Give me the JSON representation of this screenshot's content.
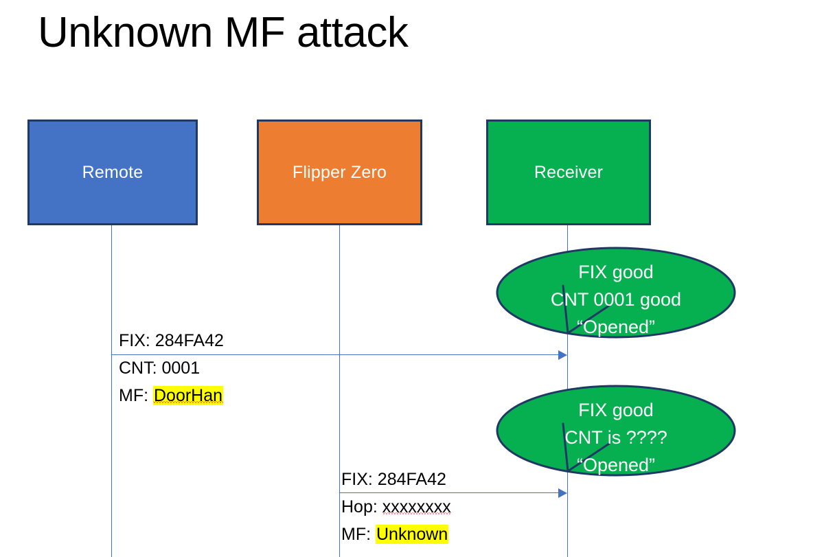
{
  "slide": {
    "title": "Unknown MF attack",
    "background_color": "#FFFFFF"
  },
  "actors": [
    {
      "id": "remote",
      "label": "Remote",
      "fill": "#4472C4",
      "border": "#1F3864",
      "text_color": "#FFFFFF"
    },
    {
      "id": "flipper",
      "label": "Flipper Zero",
      "fill": "#ED7D31",
      "border": "#1F3864",
      "text_color": "#FFFFFF"
    },
    {
      "id": "receiver",
      "label": "Receiver",
      "fill": "#06B050",
      "border": "#1F3864",
      "text_color": "#FFFFFF"
    }
  ],
  "messages": [
    {
      "id": "msg-1",
      "from": "remote",
      "to": "receiver",
      "lines": [
        {
          "prefix": "FIX: ",
          "value": "284FA42",
          "highlight": false,
          "spellcheck_error": false
        },
        {
          "prefix": "CNT: ",
          "value": "0001",
          "highlight": false,
          "spellcheck_error": false
        },
        {
          "prefix": "MF: ",
          "value": "DoorHan",
          "highlight": true,
          "spellcheck_error": true
        }
      ]
    },
    {
      "id": "msg-2",
      "from": "flipper",
      "to": "receiver",
      "lines": [
        {
          "prefix": "FIX: ",
          "value": "284FA42",
          "highlight": false,
          "spellcheck_error": false
        },
        {
          "prefix": "Hop: ",
          "value": "xxxxxxxx",
          "highlight": false,
          "spellcheck_error": true
        },
        {
          "prefix": "MF: ",
          "value": "Unknown",
          "highlight": true,
          "spellcheck_error": false
        }
      ]
    }
  ],
  "callouts": [
    {
      "id": "callout-1",
      "attached_to": "msg-1",
      "fill": "#06B050",
      "border": "#1F3864",
      "text_color": "#FFFFFF",
      "lines": [
        "FIX good",
        "CNT 0001 good",
        "“Opened”"
      ]
    },
    {
      "id": "callout-2",
      "attached_to": "msg-2",
      "fill": "#06B050",
      "border": "#1F3864",
      "text_color": "#FFFFFF",
      "lines": [
        "FIX good",
        "CNT is ????",
        "“Opened”"
      ]
    }
  ],
  "colors": {
    "arrow": "#4472C4",
    "lifeline": "#4472C4",
    "highlight": "#FFFF00",
    "spellcheck_underline": "#E03A2F"
  }
}
